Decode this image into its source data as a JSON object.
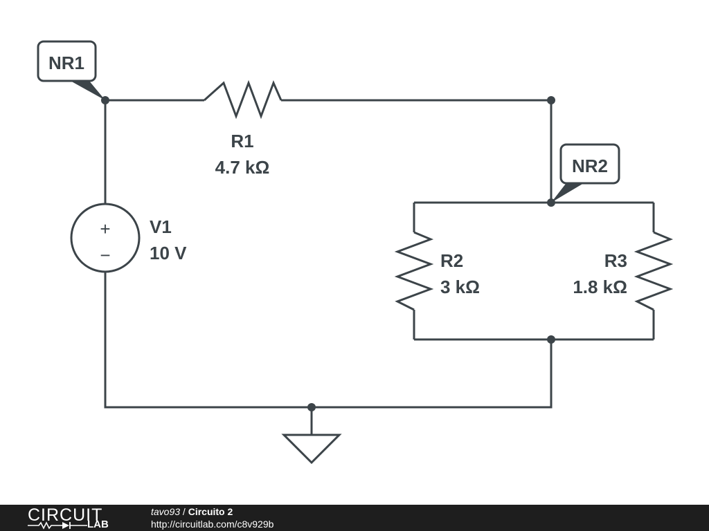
{
  "circuit": {
    "node_labels": {
      "nr1": "NR1",
      "nr2": "NR2"
    },
    "components": {
      "r1": {
        "name": "R1",
        "value": "4.7 kΩ"
      },
      "r2": {
        "name": "R2",
        "value": "3 kΩ"
      },
      "r3": {
        "name": "R3",
        "value": "1.8 kΩ"
      },
      "v1": {
        "name": "V1",
        "value": "10 V"
      }
    },
    "source_symbols": {
      "plus": "+",
      "minus": "−"
    }
  },
  "footer": {
    "logo_top": "CIRCUIT",
    "logo_bottom": "LAB",
    "author": "tavo93",
    "separator": " / ",
    "title": "Circuito 2",
    "url": "http://circuitlab.com/c8v929b"
  },
  "colors": {
    "ink": "#3c4449",
    "footer_bg": "#1e1e1e",
    "background": "#ffffff"
  }
}
